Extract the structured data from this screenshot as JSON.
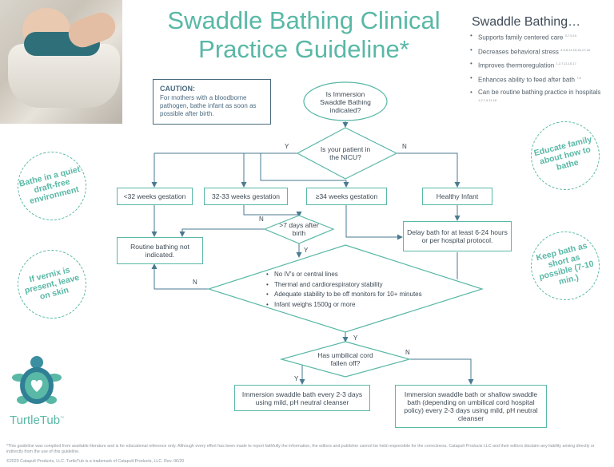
{
  "title": "Swaddle Bathing Clinical Practice Guideline*",
  "benefits": {
    "heading": "Swaddle Bathing…",
    "items": [
      {
        "text": "Supports family centered care",
        "refs": "3,7,9,10"
      },
      {
        "text": "Decreases  behavioral stress",
        "refs": "4,5,8,14,15,16,17,18"
      },
      {
        "text": "Improves thermoregulation",
        "refs": "1,2,7,11,15,17"
      },
      {
        "text": "Enhances ability to feed after bath",
        "refs": "7,8"
      },
      {
        "text": "Can be routine bathing practice in hospitals",
        "refs": "1,2,7,9,11,18"
      }
    ]
  },
  "caution": {
    "heading": "CAUTION:",
    "text": "For mothers with a bloodborne pathogen, bathe infant as soon as possible after birth."
  },
  "badges": {
    "environment": "Bathe in a quiet draft-free environment",
    "vernix": "If vernix is present, leave on skin",
    "educate": "Educate family about how to bathe",
    "short": "Keep bath as short as possible (7-10 min.)"
  },
  "flow": {
    "start": "Is Immersion Swaddle Bathing indicated?",
    "nicu": "Is your patient in the NICU?",
    "lt32": "<32 weeks gestation",
    "w3233": "32-33 weeks gestation",
    "ge34": "≥34 weeks gestation",
    "healthy": "Healthy Infant",
    "days7": ">7 days after birth",
    "routine": "Routine bathing not indicated.",
    "delay": "Delay bath for at least 6-24 hours or per hospital protocol.",
    "criteria": [
      "No IV's or central lines",
      "Thermal and cardiorespiratory stability",
      "Adequate stability to be off monitors for 10+ minutes",
      "Infant weighs 1500g or more"
    ],
    "cord": "Has umbilical cord fallen off?",
    "immersion": "Immersion swaddle bath every 2-3 days using mild, pH neutral cleanser",
    "shallow": "Immersion swaddle bath or shallow swaddle bath (depending on umbilical cord hospital policy) every 2-3 days using mild, pH neutral cleanser",
    "y": "Y",
    "n": "N"
  },
  "brand": "TurtleTub",
  "brand_tm": "™",
  "footnote": "*This guideline was compiled from available literature and is for educational reference only. Although every effort has been made to report faithfully the information, the editors and publisher cannot be held responsible for the correctness. Catapult Products LLC and their editors disclaim any liability arising directly or indirectly from the use of this guideline.",
  "copyright": "©2020 Catapult Products, LLC.  TurtleTub is a trademark of Catapult Products, LLC.  Rev. 06/20",
  "colors": {
    "accent": "#59b8a6",
    "text": "#3d4a55",
    "line": "#4a7a90"
  }
}
